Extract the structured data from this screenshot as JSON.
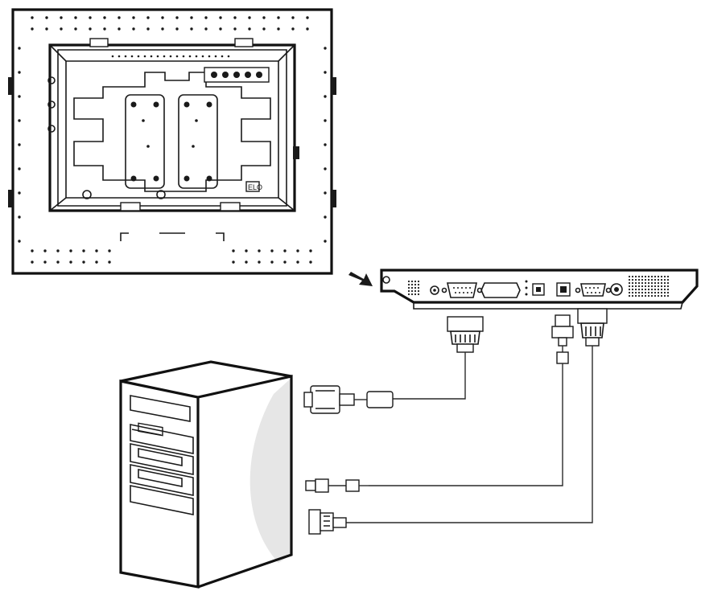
{
  "diagram": {
    "kind": "monitor-to-computer cable connection illustration",
    "monitor_label": "ELO",
    "colors": {
      "line": "#1a1a1a",
      "background": "#ffffff",
      "shade": "#e6e6e6"
    },
    "icons": {
      "monitor": "monitor-rear-view-icon",
      "connector_panel": "connector-panel-icon",
      "computer": "desktop-tower-icon",
      "arrow": "pointer-arrow-icon"
    },
    "connections": [
      {
        "name": "video-cable"
      },
      {
        "name": "usb-cable"
      },
      {
        "name": "serial-cable"
      }
    ]
  }
}
